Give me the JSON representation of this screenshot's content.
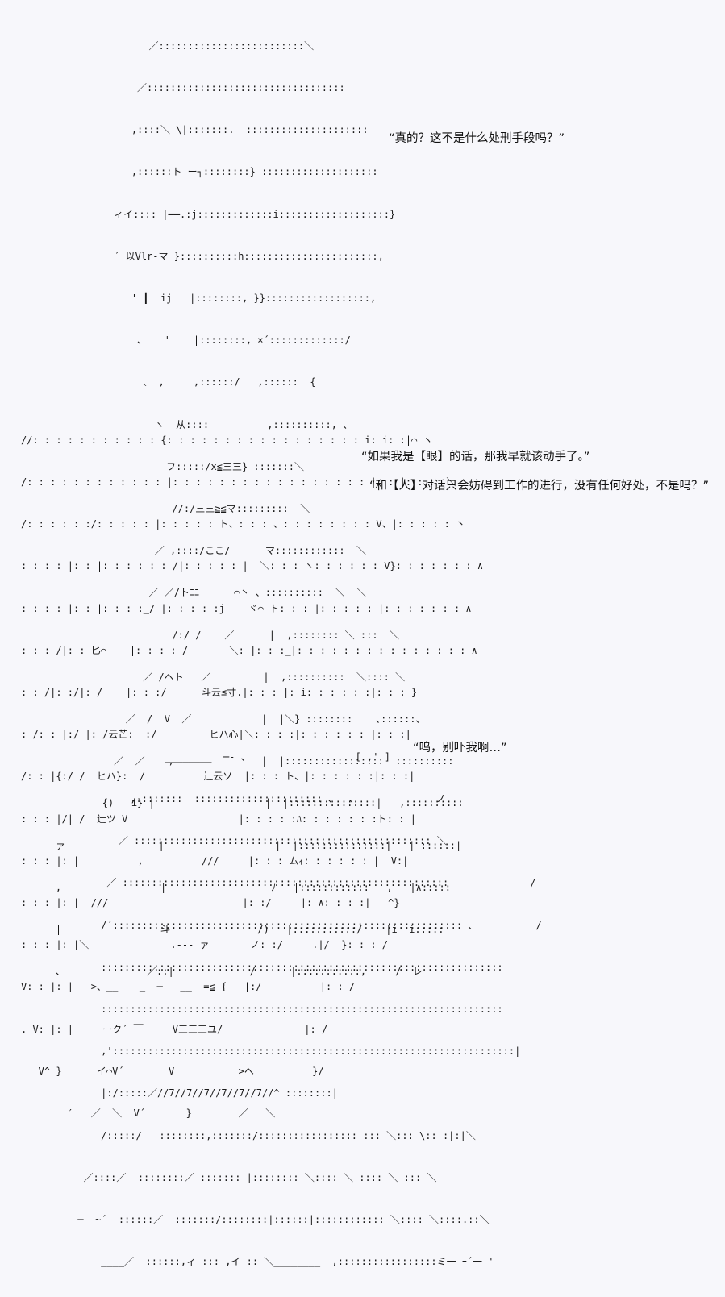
{
  "panels": [
    {
      "art_lines": [
        "                    ／:::::::::::::::::::::::::＼",
        "                  ／::::::::::::::::::::::::::::::::::",
        "                 ,::::＼_\\|:::::::.  :::::::::::::::::::::",
        "                 ,::::::ト ー┐::::::::} ::::::::::::::::::::",
        "              ィイ:::: |━━.:j:::::::::::::i:::::::::::::::::::}",
        "              ´ 以Vlr-マ }::::::::::h:::::::::::::::::::::::,",
        "                 ' ┃  ij   |::::::::, }}::::::::::::::::::,",
        "                  、   '    |::::::::, ×´:::::::::::::/",
        "                   、 ,     ,::::::/   ,::::::  {",
        "                     ヽ  从::::          ,::::::::::, 、",
        "                       フ:::::/x≦三三} :::::::＼",
        "                        //:/三三≧≦マ:::::::::  ＼",
        "                     ／ ,::::/ここ/      マ::::::::::::  ＼",
        "                    ／ ／/トﾆﾆ      ⌒丶 、::::::::::  ＼  ＼",
        "                        /:/ /    ／      |  ,:::::::: ＼ :::  ＼",
        "                   ／ /ヘト   ／         |  ,::::::::::  ＼:::: ＼",
        "                ／  /  V  ／            |  |＼} ::::::::    ､::::::､",
        "              ／  ／    ,               |  |:::::::::::::::::  ::::::::::",
        "            {)   i} |                   |  |:::::::::::::::|   ,::::::::::",
        "    ァ   -            |                   |  |:::::::::::::::|   | ::::::|",
        "    ,                 |                  ﾉ   |::::::::::::   ,   |∧:::::",
        "    |                 斗               /)   |:::::::::::/    |i  i:::::",
        "    、              ／::|             /      |:::::::::::,     /  レ"
      ],
      "dialogue": [
        "“真的？这不是什么处刑手段吗？”"
      ]
    },
    {
      "art_lines": [
        "//: : : : : : : : : : : {: : : : : : : : : : : : : : : : : i: i: :|⌒ ヽ",
        "/: : : : : : : : : : : : |: : : : : : : : : : : : : : : : : |:|: |: : :  ＼",
        "/: : : : : :/: : : : : |: : : : : ト、: : : 、: : : : : : : : V、|: : : : : 丶",
        ": : : : |: : |: : : : : : /|: : : : : |  ＼: : : ヽ: : : : : : V}: : : : : : : ∧",
        ": : : : |: : |: : : :_/ |: : : : :j    ヾ⌒ ト: : : |: : : : : |: : : : : : : ∧",
        ": : : /|: : 匕⌒    |: : : : /       ＼: |: : :_|: : : : :|: : : : : : : : : : ∧",
        ": : /|: :/|: /    |: : :/      斗云≦寸.|: : : |: i: : : : : :|: : : }",
        ": /: : |:/ |: /云芒:  :/         ヒハ心|＼: : : :|: : : : : : |: : :|",
        "/: : |{:/ /  ヒハ}:  /          辷云ソ  |: : : ト、|: : : : : :|: : :|",
        ": : : |/| /  辷ツ V                   |: : : : :ﾊ: : : : : : :ト: : |",
        ": : : |: |          ,          ///     |: : : ムｨ: : : : : : |  V:|",
        ": : : |: |  ///                       |: :/     |: ∧: : : :|   ^}",
        ": : : |: |＼           __ .-‐‐ ァ       ノ: :/     .|/  }: : : /",
        "V: : |: |   >、__  ＿_  ─‐  __ -=≦ {   |:/          |: : /",
        ". V: |: |     ーク´ ￣     V三三三ユ/              |: /",
        "   V^ }      イ⌒V´￣      V           >へ          }/",
        "        ′   ／  ＼  V´       }        ／   ＼"
      ],
      "dialogue": [
        "“如果我是【眼】的话，那我早就该动手了。”",
        "“和【人】对话只会妨碍到工作的进行，没有任何好处，不是吗？”"
      ]
    },
    {
      "art_lines": [
        "                         ________  ─‐ 、                  [ ,' ]",
        "                   ,.:::::::  :::::::::::::::::::::: 、  ､              ノ",
        "                 ／ ::::::::::::::::::::::::::::::::::::::::::::::::::: ＼",
        "               ／ ::::::::::::::::::::::::::::::::::::::::::::::::::::::::              /",
        "              /´:::::::::::::::::::::::::::::::::::::::::::::::::::::::::::: 、          /",
        "             |:::::::::::::::::::::::::::::::::::::::::::::::::::::::::::::::::::::",
        "             |:::::::::::::::::::::::::::::::::::::::::::::::::::::::::::::::::::::",
        "              ,':::::::::::::::::::::::::::::::::::::::::::::::::::::::::::::::::::::|",
        "              |:/:::::／//7//7//7//7//7//7//^ ::::::::|",
        "              /:::::/   ::::::::,:::::::/::::::::::::::::: ::: ＼::: \\:: :|:|＼",
        "  ________ ／::::／  ::::::::／ ::::::: |:::::::: ＼:::: ＼ :::: ＼ ::: ＼______________",
        "          ─- ~´  ::::::／  :::::::/::::::::|::::::|:::::::::::: ＼:::: ＼::::.::＼＿",
        "              ____／  ::::::,ィ ::: ,イ :: ＼________  ,:::::::::::::::::ミ一 ｰ´一 '"
      ],
      "dialogue": [
        "“呜，别吓我啊…”"
      ]
    }
  ]
}
